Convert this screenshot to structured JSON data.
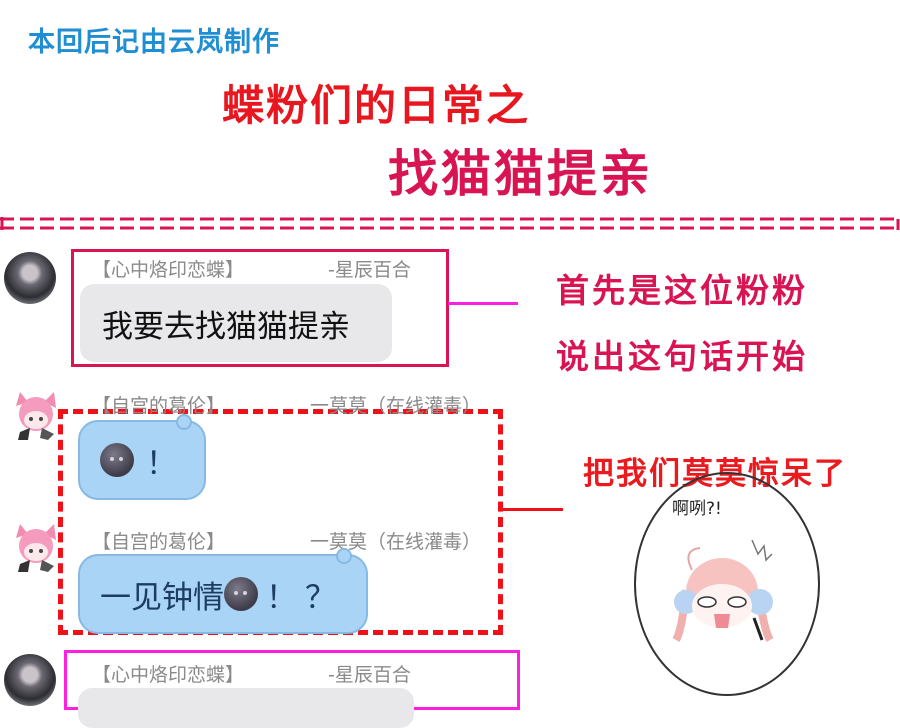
{
  "header": {
    "credit": "本回后记由云岚制作",
    "title_line1": "蝶粉们的日常之",
    "title_line2": "找猫猫提亲"
  },
  "colors": {
    "credit_blue": "#1f8ed2",
    "title_red": "#e8161e",
    "title_crimson": "#d81552",
    "dashed_frame_red": "#f01018",
    "magenta_frame": "#ff1fe0",
    "bubble_blue": "#a9d4f5",
    "bubble_gray": "#e8e8ea"
  },
  "chat": {
    "messages": [
      {
        "avatar": "dark-haired-girl-avatar",
        "title_tag": "【心中烙印恋蝶】",
        "sender": "-星辰百合",
        "text": "我要去找猫猫提亲",
        "bubble": "gray"
      },
      {
        "avatar": "pink-haired-catgirl-avatar",
        "title_tag": "【自宫的葛伦】",
        "sender": "一莫莫（在线灌毒）",
        "text": "！",
        "emoji": "dark-ball-emoji",
        "bubble": "blue"
      },
      {
        "avatar": "pink-haired-catgirl-avatar",
        "title_tag": "【自宫的葛伦】",
        "sender": "一莫莫（在线灌毒）",
        "text_before_emoji": "一见钟情",
        "text_after_emoji": "！？",
        "emoji": "dark-ball-emoji",
        "bubble": "blue"
      },
      {
        "avatar": "dark-haired-girl-avatar",
        "title_tag": "【心中烙印恋蝶】",
        "sender": "-星辰百合",
        "text": "",
        "bubble": "gray"
      }
    ]
  },
  "annotations": {
    "first_line1": "首先是这位粉粉",
    "first_line2": "说出这句话开始",
    "second": "把我们莫莫惊呆了",
    "reaction_speech": "啊咧?!",
    "reaction_image": "shocked-chibi-pink-hair-girl"
  }
}
